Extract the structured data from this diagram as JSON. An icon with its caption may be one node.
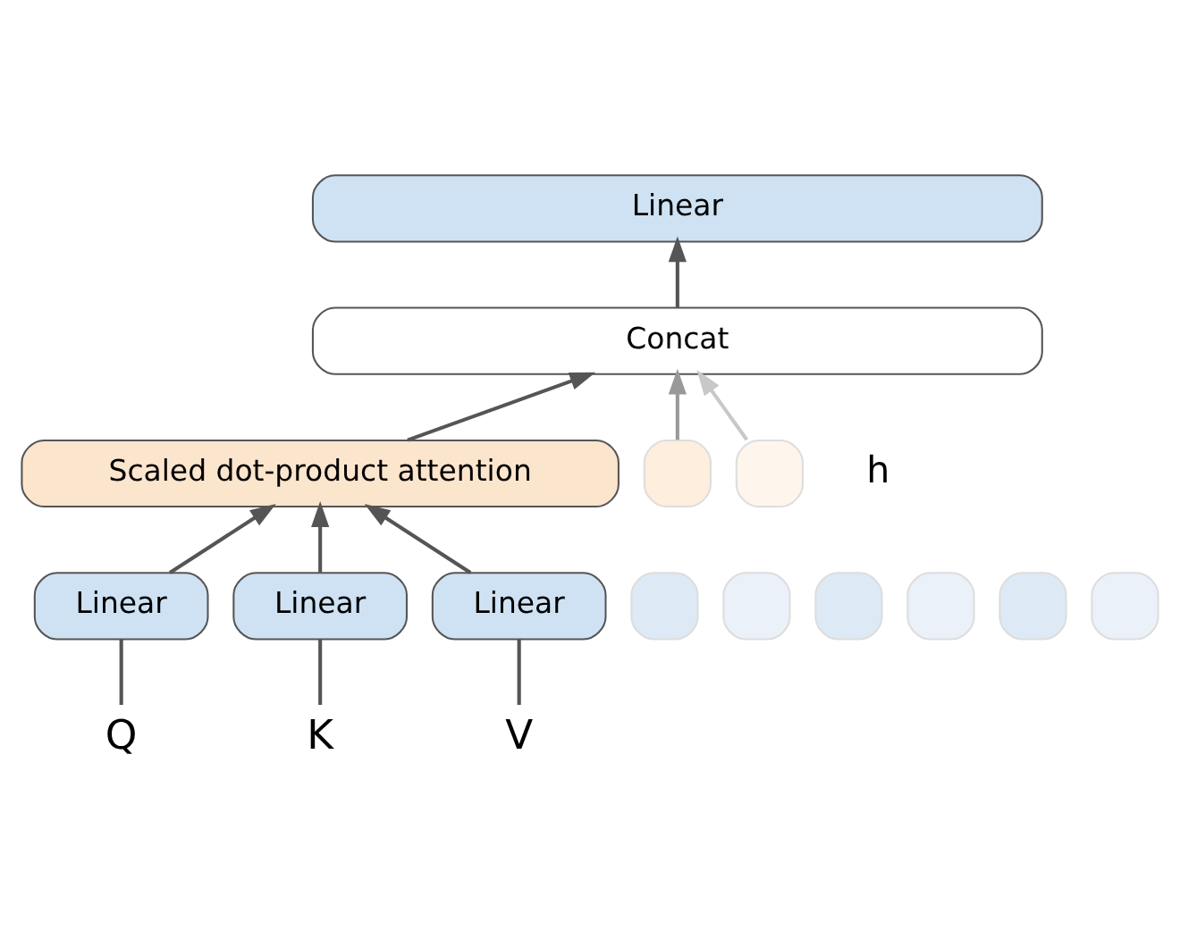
{
  "diagram": {
    "nodes": [
      {
        "text": [
          "Linear"
        ]
      },
      {
        "text": [
          "Concat"
        ]
      },
      {
        "text": [
          "Scaled dot-product attention"
        ]
      },
      {
        "text": [],
        "shape": "box"
      },
      {
        "text": [],
        "shape": "box"
      },
      {
        "text": [
          "Linear"
        ]
      },
      {
        "text": [],
        "shape": "box"
      },
      {
        "text": [],
        "shape": "box"
      },
      {
        "text": [
          "Linear"
        ]
      },
      {
        "text": [],
        "shape": "box"
      },
      {
        "text": [],
        "shape": "box"
      },
      {
        "text": [
          "Linear"
        ]
      },
      {
        "text": [],
        "shape": "box"
      },
      {
        "text": [],
        "shape": "box"
      },
      {
        "text": [
          "Q"
        ]
      },
      {
        "text": [
          "K"
        ]
      },
      {
        "text": [
          "V"
        ]
      }
    ],
    "edges": [
      {
        "from": 14,
        "to": 5,
        "arrow": "none"
      },
      {
        "from": 15,
        "to": 8,
        "arrow": "none"
      },
      {
        "from": 16,
        "to": 11,
        "arrow": "none"
      },
      {
        "from": 5,
        "to": 2,
        "arrow": "to"
      },
      {
        "from": 8,
        "to": 2,
        "arrow": "to"
      },
      {
        "from": 11,
        "to": 2,
        "arrow": "to"
      },
      {
        "from": 2,
        "to": 1,
        "arrow": "to"
      },
      {
        "from": 3,
        "to": 1,
        "arrow": "to",
        "color": "#999999"
      },
      {
        "from": 4,
        "to": 1,
        "arrow": "to",
        "color": "#c8c8c8"
      },
      {
        "from": 1,
        "to": 0,
        "arrow": "to"
      }
    ],
    "labels": [
      "h"
    ]
  }
}
